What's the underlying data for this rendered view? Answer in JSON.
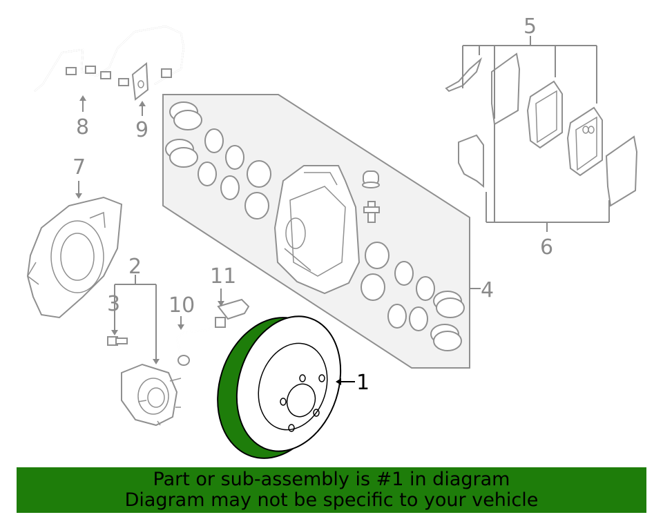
{
  "callouts": {
    "c1": "1",
    "c2": "2",
    "c3": "3",
    "c4": "4",
    "c5": "5",
    "c6": "6",
    "c7": "7",
    "c8": "8",
    "c9": "9",
    "c10": "10",
    "c11": "11"
  },
  "highlighted_part": "1",
  "colors": {
    "highlight_fill": "#1e7d0a",
    "banner_background": "#1e7d0a",
    "line_gray": "#8a8a8a"
  },
  "banner": {
    "line1": "Part or sub-assembly is #1 in diagram",
    "line2": "Diagram may not be specific to your vehicle"
  }
}
